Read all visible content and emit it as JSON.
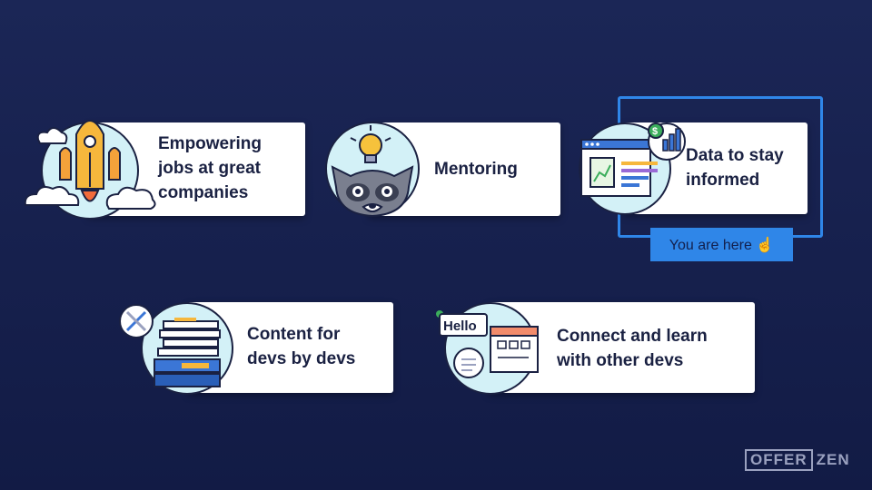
{
  "cards": [
    {
      "label": "Empowering\njobs at great\ncompanies",
      "icon": "rocket-icon"
    },
    {
      "label": "Mentoring",
      "icon": "raccoon-lightbulb-icon"
    },
    {
      "label": "Data to stay\ninformed",
      "icon": "dashboard-chart-icon"
    },
    {
      "label": "Content for\ndevs by devs",
      "icon": "books-tools-icon"
    },
    {
      "label": "Connect and learn\nwith other devs",
      "icon": "chat-calendar-icon"
    }
  ],
  "badge": {
    "text": "You are here ☝"
  },
  "chat": {
    "hello": "Hello"
  },
  "logo": {
    "part1": "OFFER",
    "part2": "ZEN"
  },
  "colors": {
    "background": "#1b2656",
    "accent": "#2f86e8",
    "card": "#ffffff",
    "text": "#1a2142"
  }
}
